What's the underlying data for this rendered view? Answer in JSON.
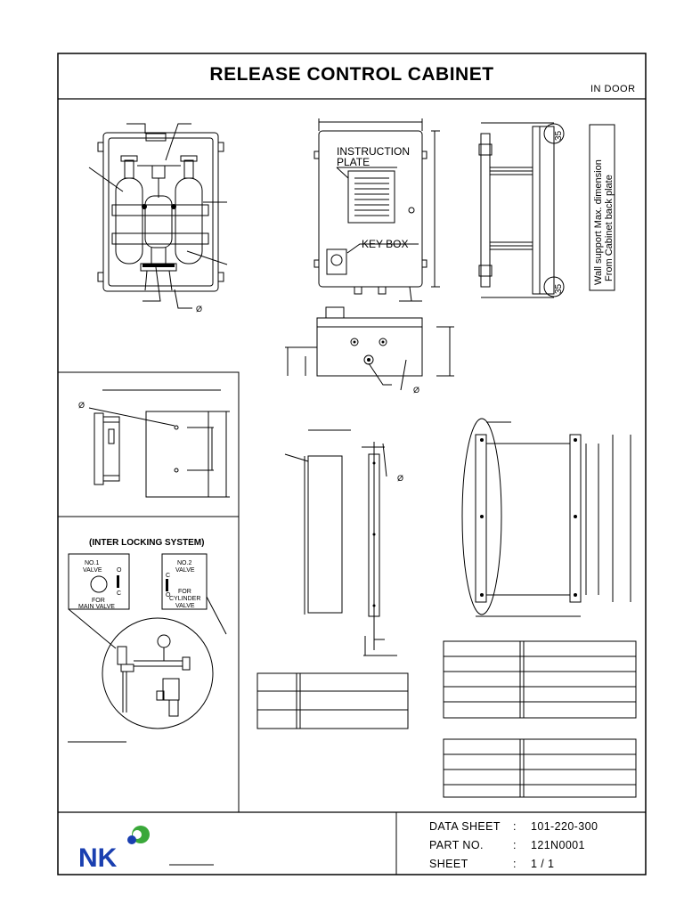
{
  "title": "RELEASE CONTROL CABINET",
  "location": "IN DOOR",
  "callouts": {
    "instruction_plate_line1": "INSTRUCTION",
    "instruction_plate_line2": "PLATE",
    "key_box": "KEY BOX",
    "wall_support_line1": "Wall support Max. dimension",
    "wall_support_line2": "From Cabinet back plate",
    "dim_35_top": "35",
    "dim_35_bottom": "35",
    "dia_symbol": "Ø"
  },
  "interlock": {
    "heading": "(INTER LOCKING SYSTEM)",
    "valve1": {
      "line1": "NO.1",
      "line2": "VALVE",
      "for1": "FOR",
      "for2": "MAIN VALVE",
      "o": "O",
      "c": "C"
    },
    "valve2": {
      "line1": "NO.2",
      "line2": "VALVE",
      "for1": "FOR",
      "for2": "CYLINDER",
      "for3": "VALVE",
      "o": "O",
      "c": "C"
    }
  },
  "title_block": {
    "logo_text": "NK",
    "rows": [
      {
        "label": "DATA SHEET",
        "sep": ":",
        "value": "101-220-300"
      },
      {
        "label": "PART NO.",
        "sep": ":",
        "value": "121N0001"
      },
      {
        "label": "SHEET",
        "sep": ":",
        "value": "1 / 1"
      }
    ]
  },
  "colors": {
    "line": "#000000",
    "logo_blue": "#1a3fb0",
    "logo_green": "#3aa83a"
  }
}
